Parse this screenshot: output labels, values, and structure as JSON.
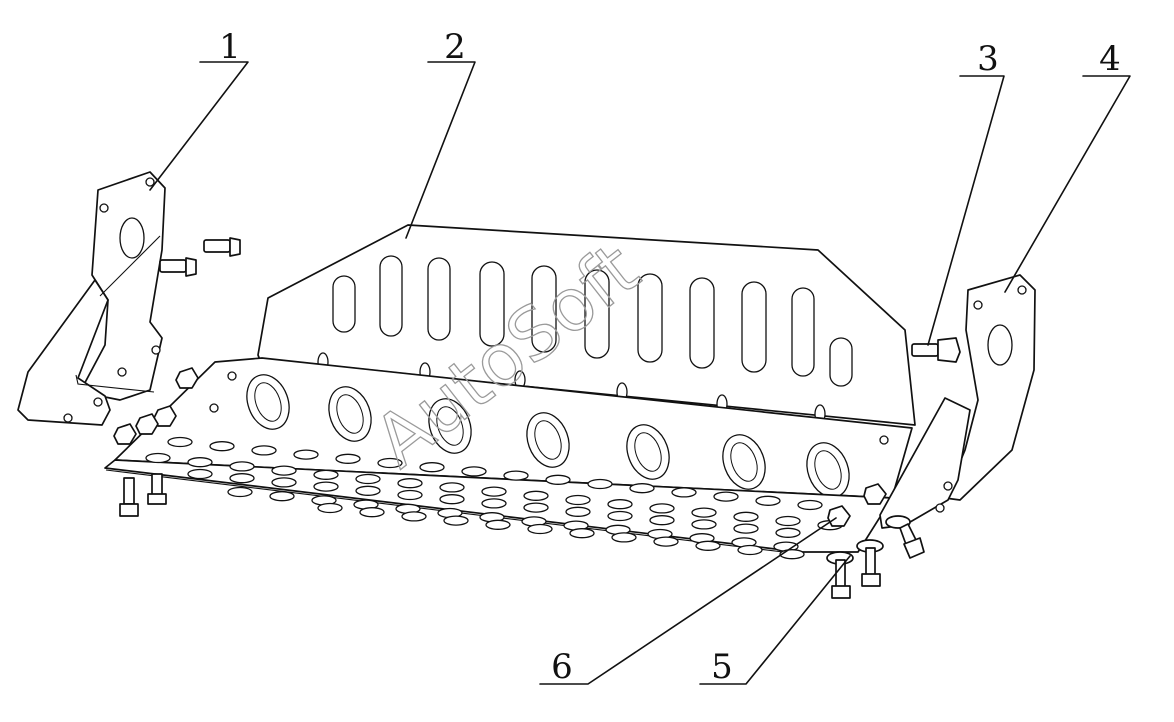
{
  "callouts": [
    {
      "id": "1",
      "label": "1"
    },
    {
      "id": "2",
      "label": "2"
    },
    {
      "id": "3",
      "label": "3"
    },
    {
      "id": "4",
      "label": "4"
    },
    {
      "id": "5",
      "label": "5"
    },
    {
      "id": "6",
      "label": "6"
    }
  ],
  "watermark": "AutoSoft",
  "colors": {
    "line": "#111111",
    "background": "#ffffff",
    "watermark": "#9a9a9a"
  }
}
